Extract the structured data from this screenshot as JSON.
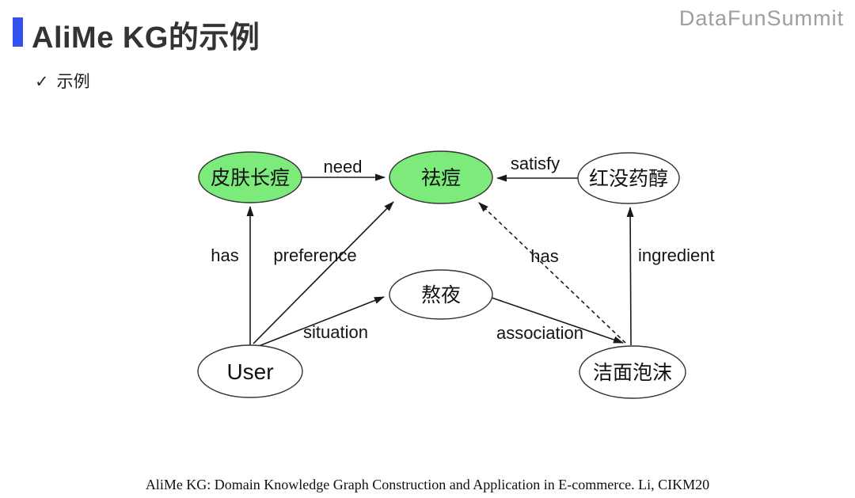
{
  "page": {
    "title": "AliMe KG的示例",
    "logo": "DataFunSummit",
    "bullet_check": "✓",
    "bullet_label": "示例",
    "citation": "AliMe KG: Domain Knowledge Graph Construction and Application in E-commerce. Li, CIKM20"
  },
  "colors": {
    "accent_blue": "#3351EC",
    "node_green": "#7CEB7C",
    "node_white": "#FFFFFF",
    "edge_black": "#1A1A1A",
    "logo_gray": "#9E9E9E",
    "title_dark": "#333333"
  },
  "diagram": {
    "nodes": [
      {
        "id": "skin-acne",
        "label": "皮肤长痘",
        "fill": "#7CEB7C"
      },
      {
        "id": "acne-removal",
        "label": "祛痘",
        "fill": "#7CEB7C"
      },
      {
        "id": "bisabolol",
        "label": "红没药醇",
        "fill": "#FFFFFF"
      },
      {
        "id": "stay-up-late",
        "label": "熬夜",
        "fill": "#FFFFFF"
      },
      {
        "id": "user",
        "label": "User",
        "fill": "#FFFFFF"
      },
      {
        "id": "cleansing-foam",
        "label": "洁面泡沫",
        "fill": "#FFFFFF"
      }
    ],
    "edges": [
      {
        "label": "need",
        "from": "skin-acne",
        "to": "acne-removal",
        "style": "solid"
      },
      {
        "label": "satisfy",
        "from": "bisabolol",
        "to": "acne-removal",
        "style": "solid"
      },
      {
        "label": "has",
        "from": "user",
        "to": "skin-acne",
        "style": "solid"
      },
      {
        "label": "preference",
        "from": "user",
        "to": "acne-removal",
        "style": "solid"
      },
      {
        "label": "situation",
        "from": "user",
        "to": "stay-up-late",
        "style": "solid"
      },
      {
        "label": "association",
        "from": "stay-up-late",
        "to": "cleansing-foam",
        "style": "solid"
      },
      {
        "label": "has",
        "from": "cleansing-foam",
        "to": "acne-removal",
        "style": "dashed"
      },
      {
        "label": "ingredient",
        "from": "cleansing-foam",
        "to": "bisabolol",
        "style": "solid"
      }
    ]
  }
}
